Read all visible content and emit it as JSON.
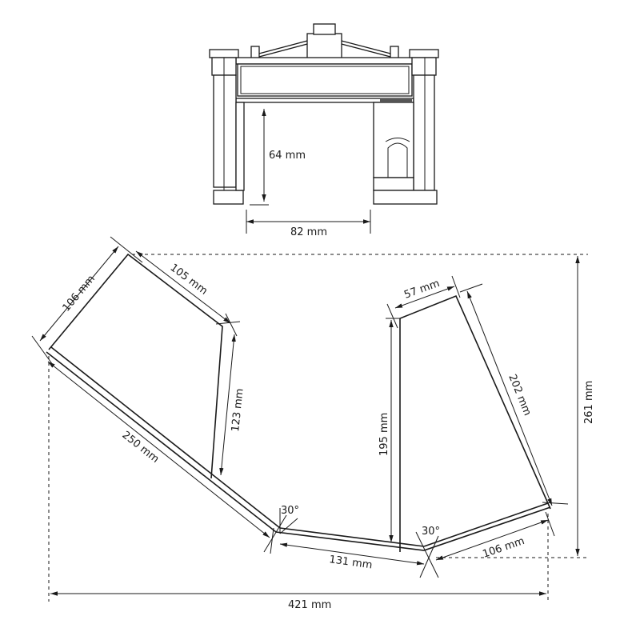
{
  "top_view": {
    "height_label": "64 mm",
    "width_label": "82 mm"
  },
  "plan_view": {
    "dimensions": {
      "left_short": "106 mm",
      "left_top": "105 mm",
      "left_inner": "123 mm",
      "left_long": "250 mm",
      "bottom_middle": "131 mm",
      "bottom_right": "106 mm",
      "right_long": "202 mm",
      "right_top": "57 mm",
      "right_inner": "195 mm",
      "total_height": "261 mm",
      "total_width": "421 mm"
    },
    "angles": {
      "left_angle": "30°",
      "right_angle": "30°"
    }
  }
}
